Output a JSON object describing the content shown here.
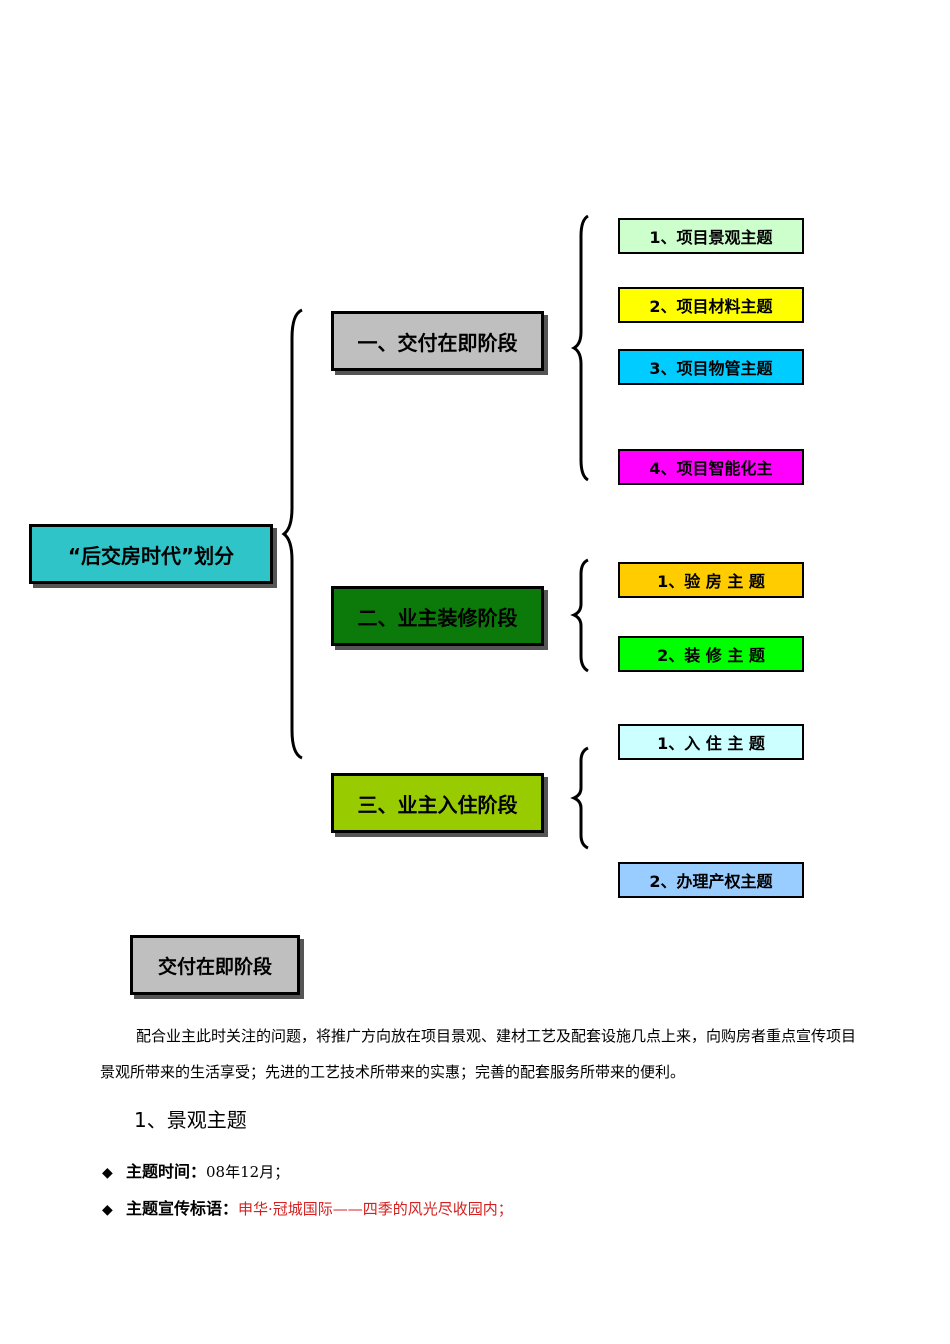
{
  "root": {
    "label": "“后交房时代”划分",
    "color": "#2ec4c8"
  },
  "stages": [
    {
      "label": "一、交付在即阶段",
      "color": "#bfbfbf"
    },
    {
      "label": "二、业主装修阶段",
      "color": "#0b7a0b"
    },
    {
      "label": "三、业主入住阶段",
      "color": "#99cc00"
    }
  ],
  "topics": [
    {
      "label": "1、项目景观主题",
      "color": "#ccffcc"
    },
    {
      "label": "2、项目材料主题",
      "color": "#ffff00"
    },
    {
      "label": "3、项目物管主题",
      "color": "#00ccff"
    },
    {
      "label": "4、项目智能化主",
      "color": "#ff00ff"
    },
    {
      "label": "1、验 房 主 题",
      "color": "#ffcc00"
    },
    {
      "label": "2、装 修 主 题",
      "color": "#00ff00"
    },
    {
      "label": "1、入 住 主 题",
      "color": "#ccffff"
    },
    {
      "label": "2、办理产权主题",
      "color": "#99ccff"
    }
  ],
  "section": {
    "title": "交付在即阶段",
    "intro": "配合业主此时关注的问题，将推广方向放在项目景观、建材工艺及配套设施几点上来，向购房者重点宣传项目景观所带来的生活享受；先进的工艺技术所带来的实惠；完善的配套服务所带来的便利。",
    "heading": "1、景观主题",
    "bullets": [
      {
        "label": "主题时间：",
        "value": "08年12月；"
      },
      {
        "label": "主题宣传标语：",
        "value": "申华·冠城国际——四季的风光尽收园内；"
      }
    ]
  },
  "colors": {
    "slogan": "#d42020"
  }
}
